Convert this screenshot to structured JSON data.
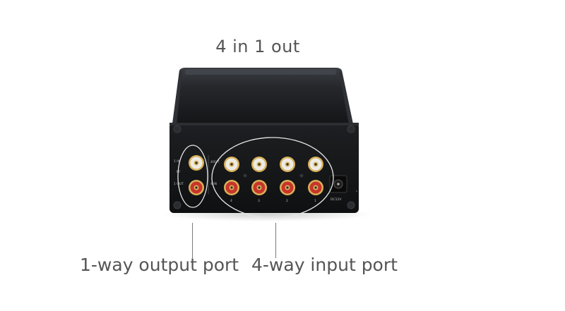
{
  "title": "4 in 1 out",
  "callouts": {
    "output": "1-way output port",
    "input": "4-way input port"
  },
  "panel": {
    "left_labels": [
      "1 IN",
      "RF",
      "1 OUT"
    ],
    "mid_labels": [
      "4OUT",
      "4 IN"
    ],
    "channel_numbers": [
      "4",
      "3",
      "2",
      "1"
    ],
    "power_label": "DC12V"
  },
  "colors": {
    "housing": "#1b1d20",
    "panel": "#121315",
    "jack_white": "#ecebe6",
    "jack_red": "#c8352a",
    "gold": "#d9b25a",
    "callout_text": "#555555"
  }
}
